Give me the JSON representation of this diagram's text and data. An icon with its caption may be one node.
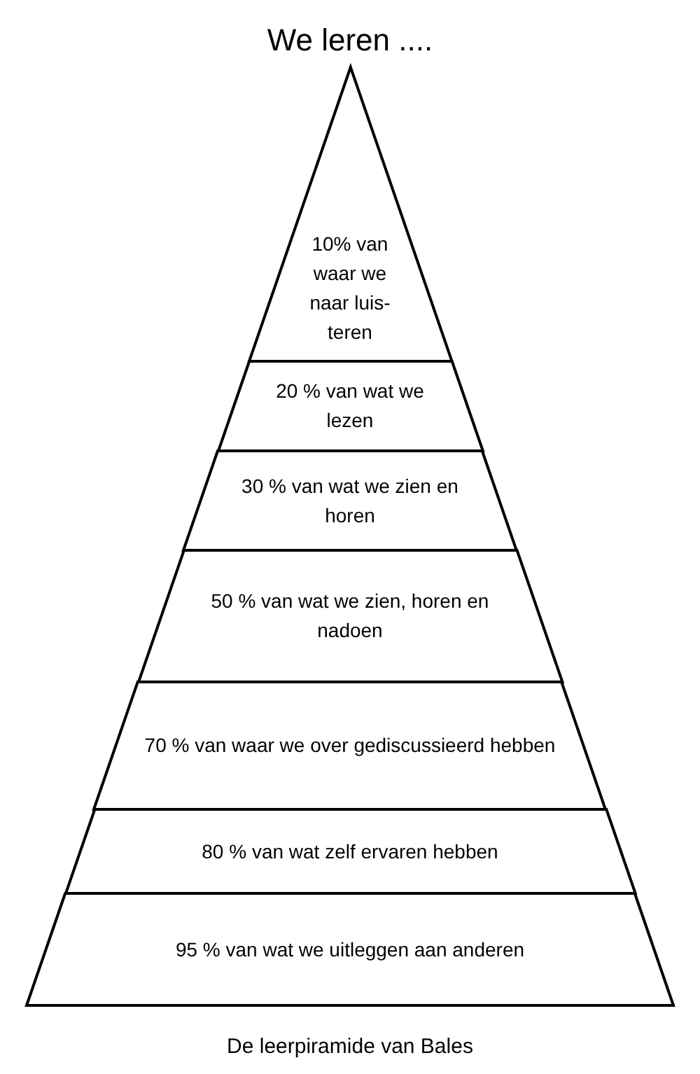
{
  "diagram": {
    "title": "We leren ....",
    "caption": "De leerpiramide van Bales",
    "nodes": [
      {
        "text": [
          "10% van waar we naar luis- teren"
        ]
      },
      {
        "text": [
          "20 % van wat we lezen"
        ]
      },
      {
        "text": [
          "30 % van wat we zien en horen"
        ]
      },
      {
        "text": [
          "50 % van wat we zien, horen en nadoen"
        ]
      },
      {
        "text": [
          "70 % van waar we over gediscussieerd hebben"
        ]
      },
      {
        "text": [
          "80 % van wat zelf ervaren hebben"
        ]
      },
      {
        "text": [
          "95 % van wat we uitleggen aan anderen"
        ]
      }
    ]
  }
}
